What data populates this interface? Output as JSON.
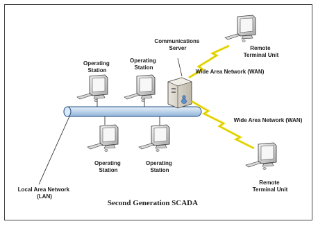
{
  "diagram": {
    "caption": "Second Generation SCADA",
    "labels": {
      "comm_server": [
        "Communications",
        "Server"
      ],
      "rtu_top": [
        "Remote",
        "Terminal Unit"
      ],
      "rtu_bottom": [
        "Remote",
        "Terminal Unit"
      ],
      "wan_top": "Wide Area Network (WAN)",
      "wan_bottom": "Wide Area Network (WAN)",
      "op_top_left": [
        "Operating",
        "Station"
      ],
      "op_top_right": [
        "Operating",
        "Station"
      ],
      "op_bottom_left": [
        "Operating",
        "Station"
      ],
      "op_bottom_right": [
        "Operating",
        "Station"
      ],
      "lan": [
        "Local Area Network",
        "(LAN)"
      ]
    },
    "colors": {
      "bus_fill": "#c9dced",
      "bus_stroke": "#1f4f86",
      "lightning": "#f2e21a",
      "workstation_body": "#dcdcdc",
      "screen": "#f4f4f4",
      "line": "#333333"
    }
  }
}
